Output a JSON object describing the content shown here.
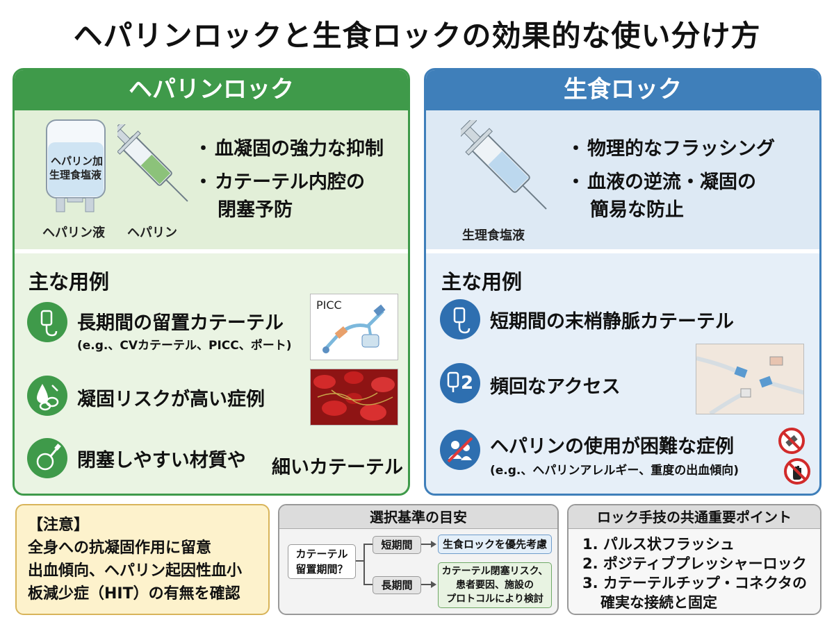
{
  "title": "ヘパリンロックと生食ロックの効果的な使い分け方",
  "heparin": {
    "header": "ヘパリンロック",
    "bag_label_1": "ヘパリン加",
    "bag_label_2": "生理食塩液",
    "bag_caption": "ヘパリン液",
    "syringe_caption": "ヘパリン",
    "bullet_1": "血凝固の強力な抑制",
    "bullet_2a": "カテーテル内腔の",
    "bullet_2b": "閉塞予防",
    "section_title": "主な用例",
    "case_1": "長期間の留置カテーテル",
    "case_1_sub": "(e.g.、CVカテーテル、PICC、ポート)",
    "picc_label": "PICC",
    "case_2": "凝固リスクが高い症例",
    "case_3a": "閉塞しやすい材質や",
    "case_3b": "細いカテーテル"
  },
  "saline": {
    "header": "生食ロック",
    "syringe_caption": "生理食塩液",
    "bullet_1": "物理的なフラッシング",
    "bullet_2a": "血液の逆流・凝固の",
    "bullet_2b": "簡易な防止",
    "section_title": "主な用例",
    "case_1": "短期間の末梢静脈カテーテル",
    "case_2": "頻回なアクセス",
    "case_2_badge": "2",
    "case_3": "ヘパリンの使用が困難な症例",
    "case_3_sub": "(e.g.、ヘパリンアレルギー、重度の出血傾向)"
  },
  "note": {
    "heading": "【注意】",
    "line_1": "全身への抗凝固作用に留意",
    "line_2": "出血傾向、ヘパリン起因性血小",
    "line_3": "板減少症（HIT）の有無を確認"
  },
  "criteria": {
    "heading": "選択基準の目安",
    "start_1": "カテーテル",
    "start_2": "留置期間？",
    "short": "短期間",
    "short_result": "生食ロックを優先考慮",
    "long": "長期間",
    "long_result_1": "カテーテル閉塞リスク、",
    "long_result_2": "患者要因、施設の",
    "long_result_3": "プロトコルにより検討"
  },
  "points": {
    "heading": "ロック手技の共通重要ポイント",
    "item_1": "1. パルス状フラッシュ",
    "item_2": "2. ポジティブプレッシャーロック",
    "item_3a": "3. カテーテルチップ・コネクタの",
    "item_3b": "確実な接続と固定"
  },
  "colors": {
    "heparin_accent": "#3f9a4a",
    "saline_accent": "#3f7fba",
    "note_bg": "#fdf2cc"
  }
}
